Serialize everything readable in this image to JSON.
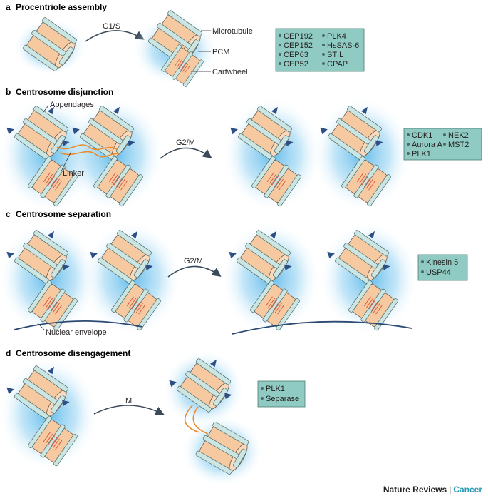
{
  "panels": {
    "a": {
      "letter": "a",
      "title": "Procentriole assembly",
      "arrow_label": "G1/S",
      "labels": {
        "microtubule": "Microtubule",
        "pcm": "PCM",
        "cartwheel": "Cartwheel"
      },
      "factors_left": [
        "CEP192",
        "CEP152",
        "CEP63",
        "CEP52"
      ],
      "factors_right": [
        "PLK4",
        "HsSAS-6",
        "STIL",
        "CPAP"
      ]
    },
    "b": {
      "letter": "b",
      "title": "Centrosome disjunction",
      "arrow_label": "G2/M",
      "labels": {
        "appendages": "Appendages",
        "linker": "Linker"
      },
      "factors_left": [
        "CDK1",
        "Aurora A",
        "PLK1"
      ],
      "factors_right": [
        "NEK2",
        "MST2"
      ]
    },
    "c": {
      "letter": "c",
      "title": "Centrosome separation",
      "arrow_label": "G2/M",
      "labels": {
        "nuclear_envelope": "Nuclear envelope"
      },
      "factors_left": [
        "Kinesin 5",
        "USP44"
      ]
    },
    "d": {
      "letter": "d",
      "title": "Centrosome disengagement",
      "arrow_label": "M",
      "factors_left": [
        "PLK1",
        "Separase"
      ]
    }
  },
  "colors": {
    "cylinder": "#f6c9a1",
    "triplet": "#cbe6e2",
    "pcm": "#4fb3e8",
    "box": "#8fcbc2",
    "linker": "#ec8a2a",
    "arrow": "#3a4a5a",
    "appendage": "#2d4f86",
    "envelope": "#2c4a73",
    "cartwheel": "#d8533b"
  },
  "footer": {
    "publisher": "Nature Reviews",
    "separator": "|",
    "journal": "Cancer"
  }
}
